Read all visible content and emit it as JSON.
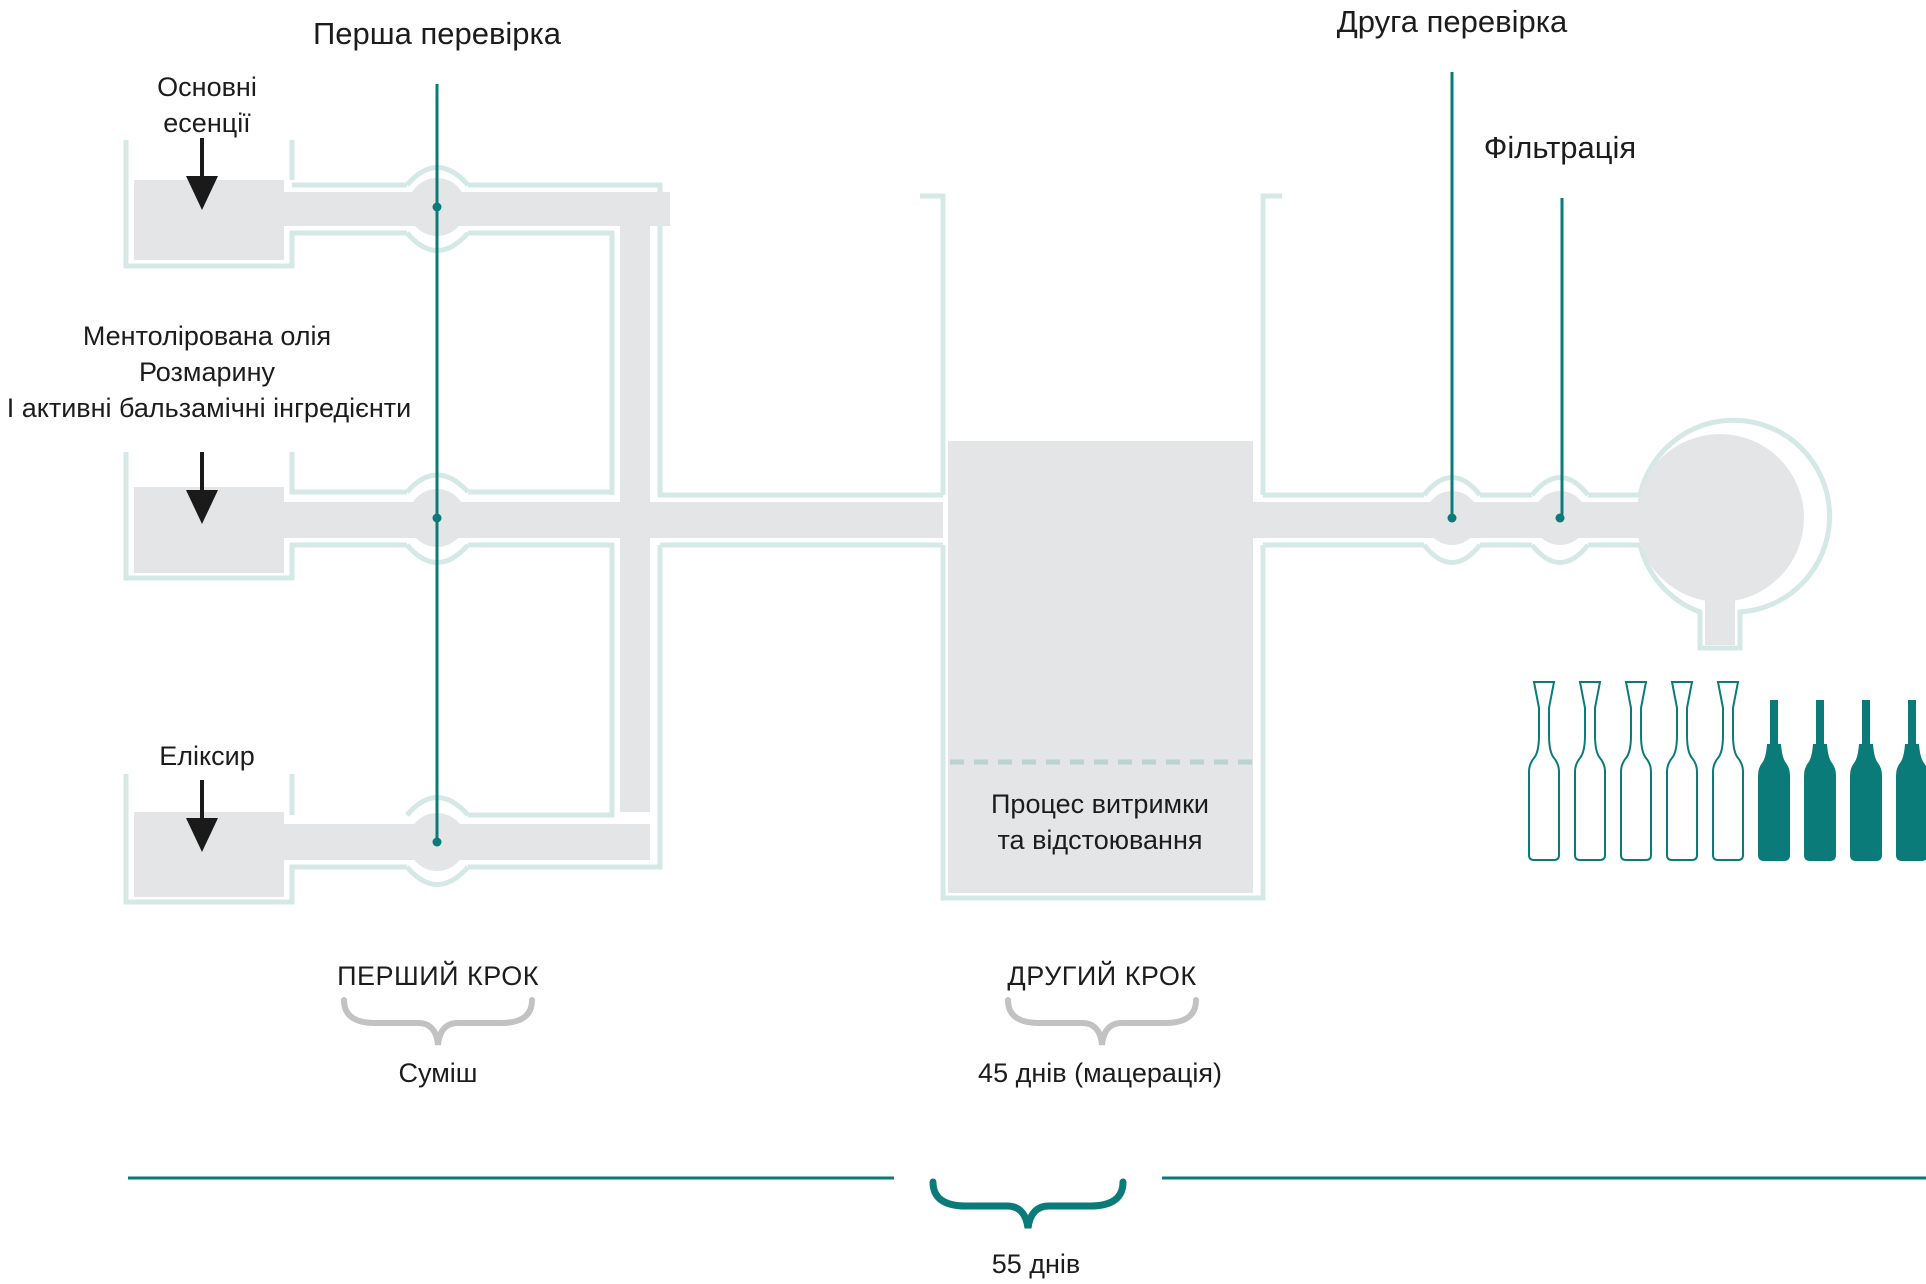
{
  "labels": {
    "first_check": "Перша перевірка",
    "second_check": "Друга перевірка",
    "filtration": "Фільтрація",
    "essences_line1": "Основні",
    "essences_line2": "есенції",
    "oil_line1": "Ментолірована олія",
    "oil_line2": "Розмарину",
    "oil_line3": "І активні бальзамічні інгредієнти",
    "elixir": "Еліксир",
    "process_line1": "Процес витримки",
    "process_line2": "та відстоювання"
  },
  "steps": {
    "first_title": "ПЕРШИЙ КРОК",
    "first_sub": "Суміш",
    "second_title": "ДРУГИЙ КРОК",
    "second_sub": "45 днів (мацерація)",
    "total": "55 днів"
  },
  "bottles": {
    "total": 9,
    "filled": 4
  },
  "colors": {
    "accent": "#0a7b78",
    "pipe_fill": "#e3e5e6",
    "pipe_outline": "#d4e8e6",
    "arrow": "#1a1a1a",
    "brace_gray": "#c2c2c2",
    "dash": "#bcd2d1"
  }
}
